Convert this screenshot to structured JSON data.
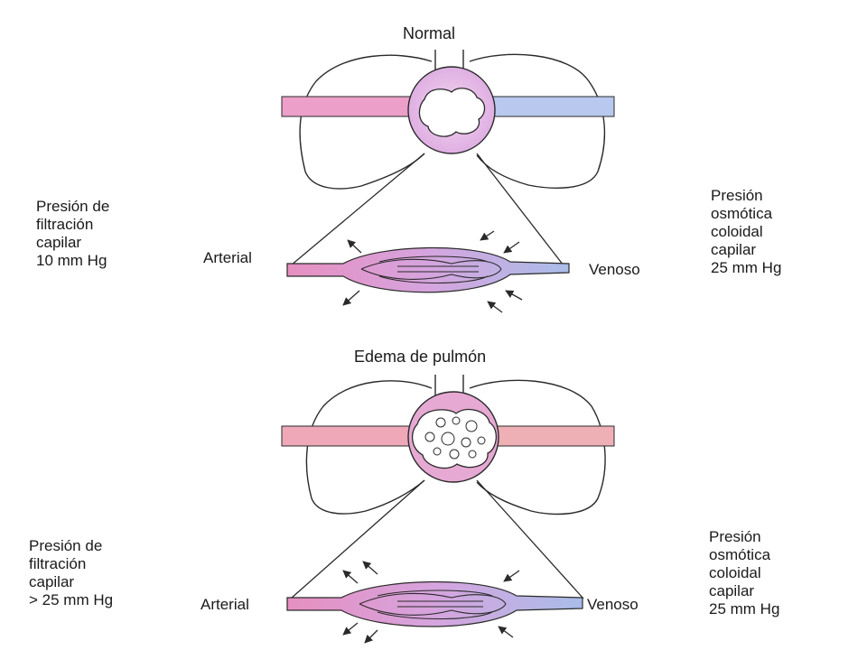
{
  "top": {
    "title": "Normal",
    "left_label": [
      "Presión de",
      "filtración",
      "capilar",
      "10 mm Hg"
    ],
    "right_label": [
      "Presión",
      "osmótica",
      "coloidal",
      "capilar",
      "25 mm Hg"
    ],
    "arterial": "Arterial",
    "venoso": "Venoso"
  },
  "bottom": {
    "title": "Edema de pulmón",
    "left_label": [
      "Presión de",
      "filtración",
      "capilar",
      "> 25 mm Hg"
    ],
    "right_label": [
      "Presión",
      "osmótica",
      "coloidal",
      "capilar",
      "25 mm Hg"
    ],
    "arterial": "Arterial",
    "venoso": "Venoso"
  },
  "colors": {
    "arterial": "#e9a3c9",
    "venous": "#b8c8ee",
    "line": "#2a2a2a"
  }
}
